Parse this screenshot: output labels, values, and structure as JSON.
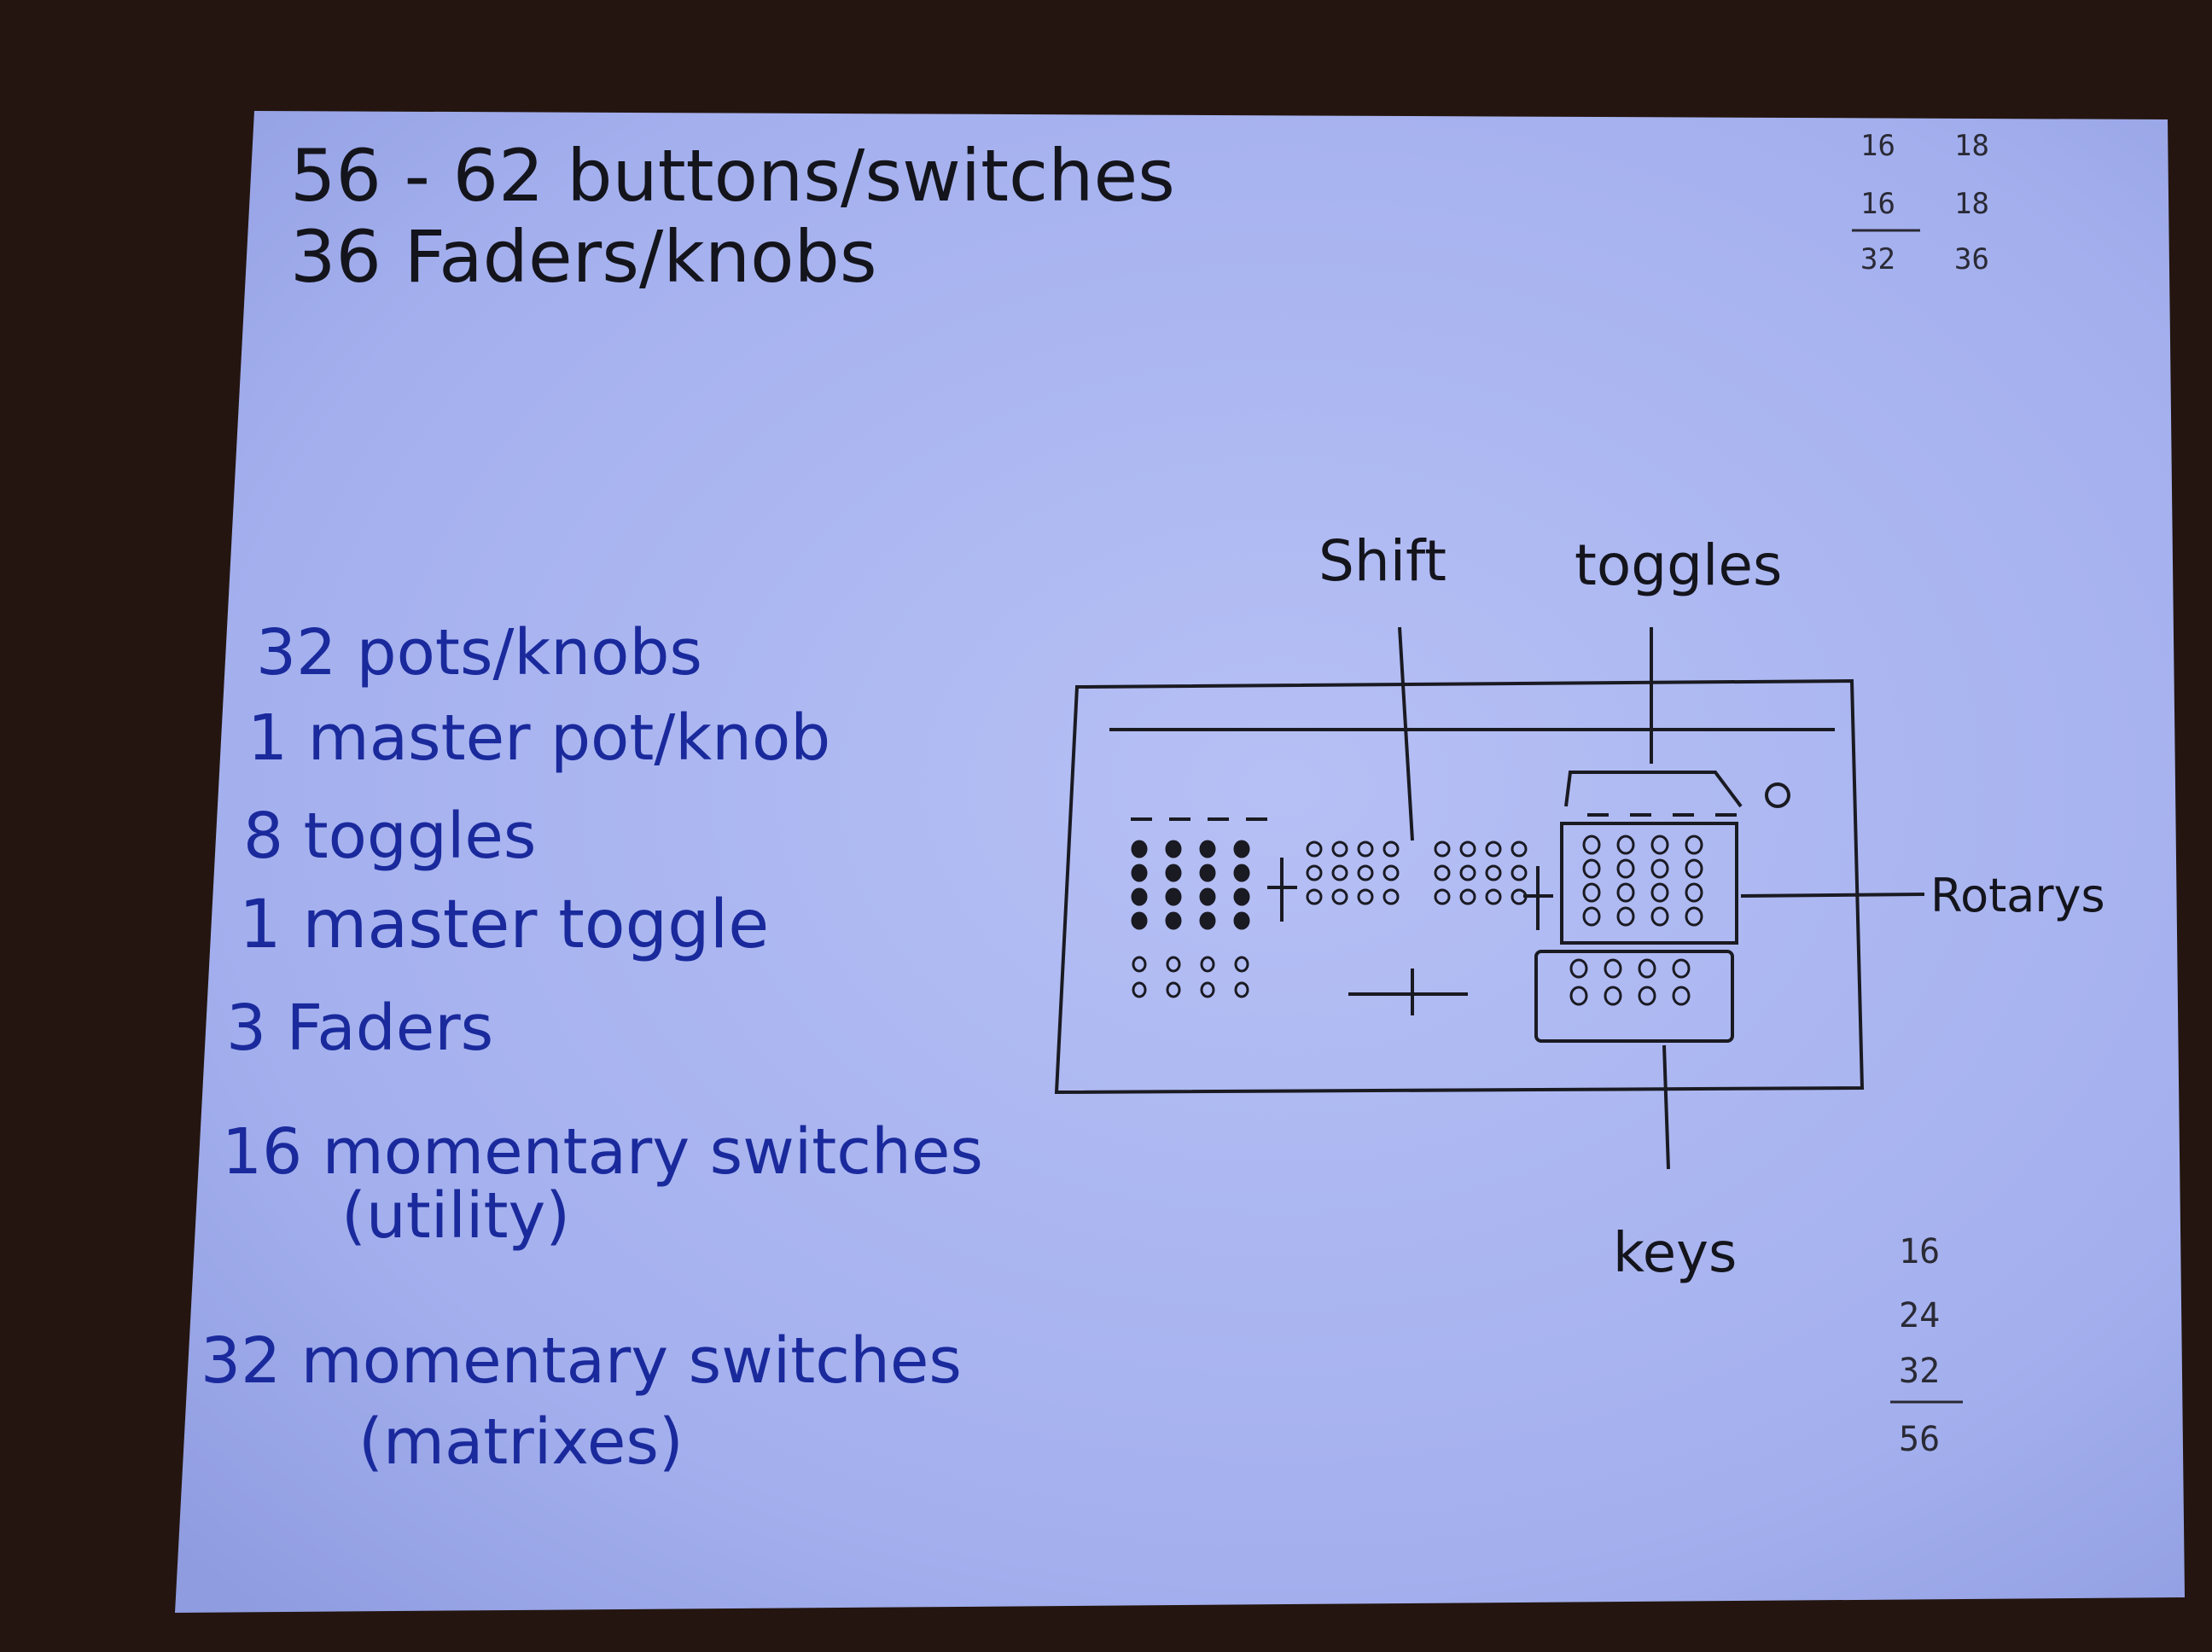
{
  "header": {
    "line1": "56 - 62 buttons/switches",
    "line2": "36 Faders/knobs"
  },
  "tally_top": {
    "col1": [
      "16",
      "16",
      "32"
    ],
    "col2": [
      "18",
      "18",
      "36"
    ]
  },
  "inventory": [
    "32 pots/knobs",
    "1 master pot/knob",
    "8 toggles",
    "1 master toggle",
    "3 Faders",
    "16 momentary switches",
    "(utility)",
    "32 momentary switches",
    "(matrixes)"
  ],
  "diagram_labels": {
    "shift": "Shift",
    "toggles": "toggles",
    "rotarys": "Rotarys",
    "keys": "keys"
  },
  "tally_bottom": [
    "16",
    "24",
    "32",
    "56"
  ],
  "colors": {
    "table": "#241510",
    "paper": "#a8b4f0",
    "ink_black": "#14141c",
    "ink_blue": "#1a2a9c"
  }
}
